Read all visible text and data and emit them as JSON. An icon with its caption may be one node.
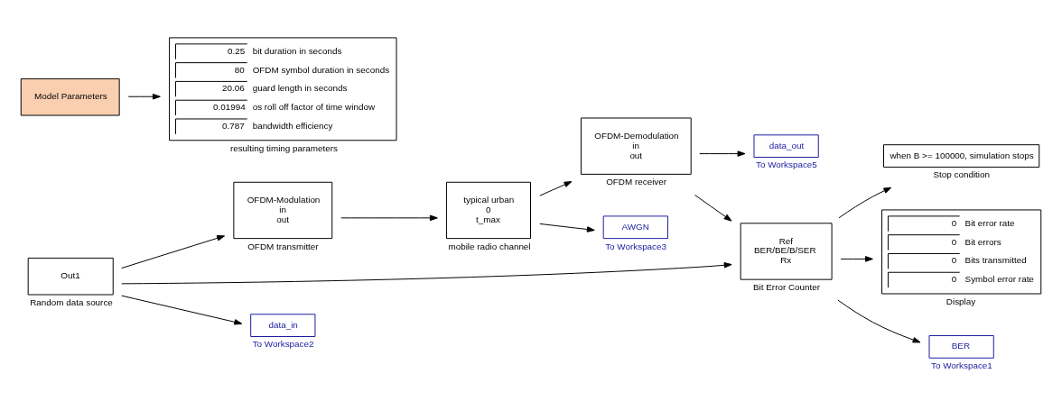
{
  "diagram": {
    "nodes": [
      {
        "text": [
          "Out1"
        ],
        "beside": [
          "Random data source"
        ]
      },
      {
        "text": [
          "OFDM-Modulation",
          "in",
          "out"
        ],
        "beside": [
          "OFDM transmitter"
        ]
      },
      {
        "text": [
          "typical urban",
          "0",
          "t_max"
        ],
        "beside": [
          "mobile radio channel"
        ]
      },
      {
        "text": [
          "OFDM-Demodulation",
          "in",
          "out"
        ],
        "beside": [
          "OFDM receiver"
        ]
      },
      {
        "text": [
          "Ref",
          "BER/BE/B/SER",
          "Rx"
        ],
        "beside": [
          "Bit Error Counter"
        ]
      },
      {
        "text": [
          "when B >= 100000, simulation stops"
        ],
        "beside": [
          "Stop condition"
        ]
      },
      {
        "text": [
          "0",
          "Bit error rate",
          "0",
          "Bit errors",
          "0",
          "Bits transmitted",
          "0",
          "Symbol error rate"
        ],
        "beside": [
          "Display"
        ]
      },
      {
        "text": [
          "data_in"
        ],
        "beside": [
          "To Workspace2"
        ]
      },
      {
        "text": [
          "AWGN"
        ],
        "beside": [
          "To Workspace3"
        ]
      },
      {
        "text": [
          "data_out"
        ],
        "beside": [
          "To Workspace5"
        ]
      },
      {
        "text": [
          "BER"
        ],
        "beside": [
          "To Workspace1"
        ]
      },
      {
        "text": [
          "Model Parameters"
        ]
      },
      {
        "text": [
          "0.25",
          "bit duration in seconds",
          "80",
          "OFDM symbol duration in seconds",
          "20.06",
          "guard length in seconds",
          "0.01994",
          "os roll off factor of time window",
          "0.787",
          "bandwidth efficiency"
        ],
        "beside": [
          "resulting timing parameters"
        ]
      }
    ],
    "edges": [
      {
        "from": 0,
        "to": 1,
        "arrow": "to"
      },
      {
        "from": 0,
        "to": 4,
        "arrow": "to"
      },
      {
        "from": 0,
        "to": 7,
        "arrow": "to"
      },
      {
        "from": 1,
        "to": 2,
        "arrow": "to"
      },
      {
        "from": 2,
        "to": 3,
        "arrow": "to"
      },
      {
        "from": 2,
        "to": 8,
        "arrow": "to"
      },
      {
        "from": 3,
        "to": 4,
        "arrow": "to"
      },
      {
        "from": 3,
        "to": 9,
        "arrow": "to"
      },
      {
        "from": 4,
        "to": 5,
        "arrow": "to"
      },
      {
        "from": 4,
        "to": 6,
        "arrow": "to"
      },
      {
        "from": 4,
        "to": 10,
        "arrow": "to"
      },
      {
        "from": 11,
        "to": 12,
        "arrow": "to"
      }
    ]
  }
}
